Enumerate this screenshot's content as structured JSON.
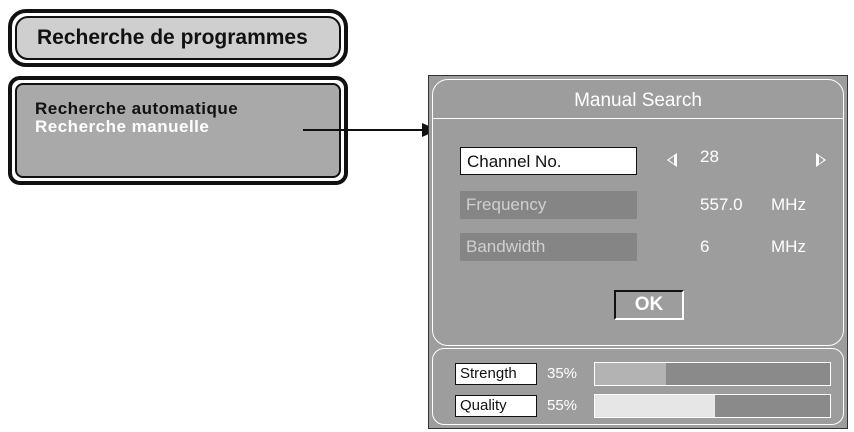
{
  "left_panel": {
    "title": "Recherche de programmes",
    "menu_items": [
      "Recherche automatique",
      "Recherche manuelle"
    ]
  },
  "dialog": {
    "title": "Manual Search",
    "rows": [
      {
        "label": "Channel No.",
        "value": "28",
        "unit": ""
      },
      {
        "label": "Frequency",
        "value": "557.0",
        "unit": "MHz"
      },
      {
        "label": "Bandwidth",
        "value": "6",
        "unit": "MHz"
      }
    ],
    "ok_label": "OK",
    "meters": [
      {
        "label": "Strength",
        "percent_text": "35%",
        "level": 0.3,
        "fill_color": "#b3b3b3"
      },
      {
        "label": "Quality",
        "percent_text": "55%",
        "level": 0.51,
        "fill_color": "#e6e6e6"
      }
    ]
  },
  "icons": {
    "channel_left": "triangle-left-icon",
    "channel_right": "triangle-right-icon",
    "pointer_arrow": "arrow-right-icon"
  }
}
